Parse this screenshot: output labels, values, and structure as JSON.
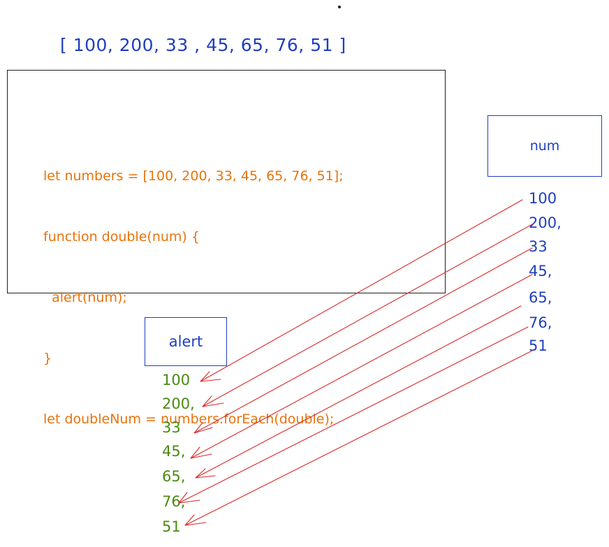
{
  "array_title": "[ 100, 200, 33 , 45, 65, 76, 51 ]",
  "code_lines": [
    "let numbers = [100, 200, 33, 45, 65, 76, 51];",
    "function double(num) {",
    "  alert(num);",
    "}",
    "let doubleNum = numbers.forEach(double);"
  ],
  "num_box_label": "num",
  "alert_box_label": "alert",
  "num_values": [
    "100",
    "200,",
    "33",
    "45,",
    "65,",
    "76,",
    "51"
  ],
  "alert_values": [
    "100",
    "200,",
    "33",
    "45,",
    "65,",
    "76,",
    "51"
  ],
  "colors": {
    "code": "#e8730c",
    "blue": "#1f3fbf",
    "green": "#4a8a12",
    "arrow": "#d62828",
    "ink": "#1e1e1e"
  }
}
